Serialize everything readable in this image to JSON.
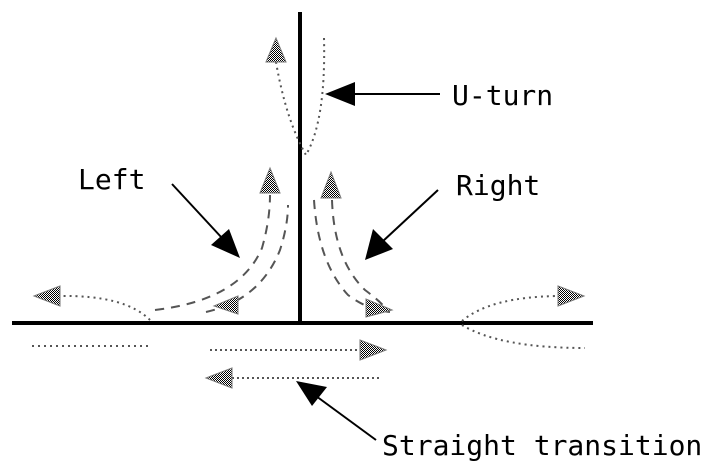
{
  "labels": {
    "u_turn": "U-turn",
    "left": "Left",
    "right": "Right",
    "straight": "Straight transition"
  },
  "colors": {
    "road": "#000000",
    "path": "#555555",
    "arrowhead": "#8a8a8a",
    "pointer": "#000000"
  }
}
